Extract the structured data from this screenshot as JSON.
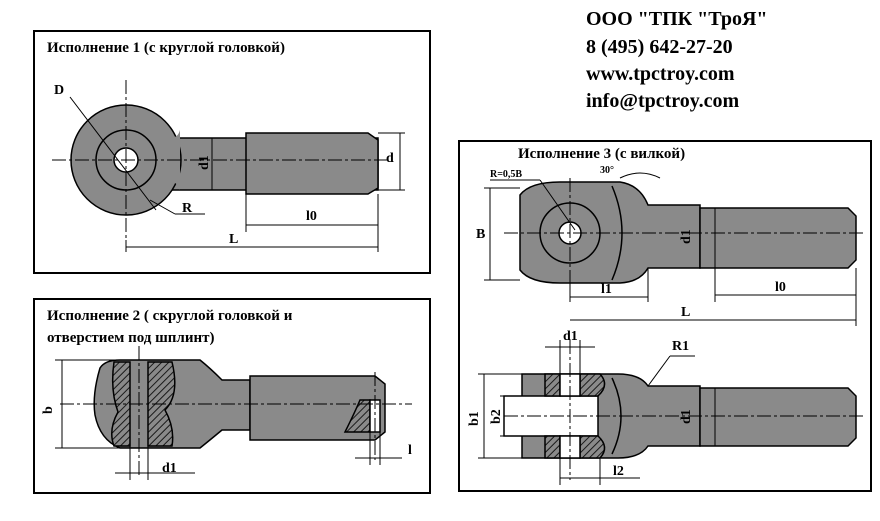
{
  "contacts": {
    "company": "ООО \"ТПК \"ТроЯ\"",
    "phone": "8 (495) 642-27-20",
    "website": "www.tpctroy.com",
    "email": "info@tpctroy.com"
  },
  "panel1": {
    "title": "Исполнение 1 (с круглой головкой)",
    "labels": {
      "D": "D",
      "d1": "d1",
      "d": "d",
      "R": "R",
      "l0": "l0",
      "L": "L"
    }
  },
  "panel2": {
    "title_line1": "Исполнение 2 ( скруглой головкой и",
    "title_line2": "отверстием под шплинт)",
    "labels": {
      "b": "b",
      "d1": "d1",
      "l": "l"
    }
  },
  "panel3": {
    "title": "Исполнение 3 (с вилкой)",
    "labels": {
      "R": "R=0,5B",
      "angle": "30°",
      "B": "B",
      "d1": "d1",
      "l1": "l1",
      "l0": "l0",
      "L": "L",
      "d1_top": "d1",
      "R1": "R1",
      "b1": "b1",
      "b2": "b2",
      "d1_lower": "d1",
      "l2": "l2"
    }
  },
  "colors": {
    "fill": "#8a8a8a",
    "hatch": "#1a1a1a",
    "line": "#000000",
    "background": "#ffffff"
  }
}
